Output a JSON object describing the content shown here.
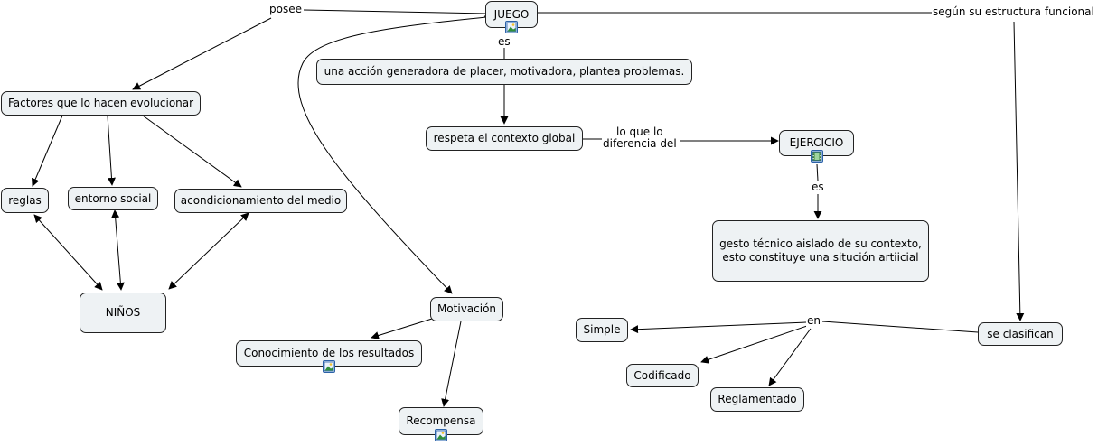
{
  "concepts": {
    "juego": "JUEGO",
    "accion": "una acción generadora de placer, motivadora, plantea problemas.",
    "respeta": "respeta el contexto global",
    "ejercicio": "EJERCICIO",
    "gesto_line1": "gesto técnico aislado de su contexto,",
    "gesto_line2": "esto constituye una situción artiicial",
    "factores": "Factores que lo hacen evolucionar",
    "reglas": "reglas",
    "entorno": "entorno social",
    "acondicionamiento": "acondicionamiento del medio",
    "ninos": "NIÑOS",
    "motivacion": "Motivación",
    "conocimiento": "Conocimiento de los resultados",
    "recompensa": "Recompensa",
    "se_clasifican": "se clasifican",
    "simple": "Simple",
    "codificado": "Codificado",
    "reglamentado": "Reglamentado"
  },
  "linking_phrases": {
    "posee": "posee",
    "es_juego": "es",
    "lo_que_lo_line1": "lo que lo",
    "lo_que_lo_line2": "diferencia del",
    "es_ejercicio": "es",
    "segun": "según su estructura funcional",
    "en": "en"
  },
  "resources": {
    "juego": "image-icon",
    "ejercicio": "video-icon",
    "conocimiento": "image-icon",
    "recompensa": "image-icon"
  }
}
